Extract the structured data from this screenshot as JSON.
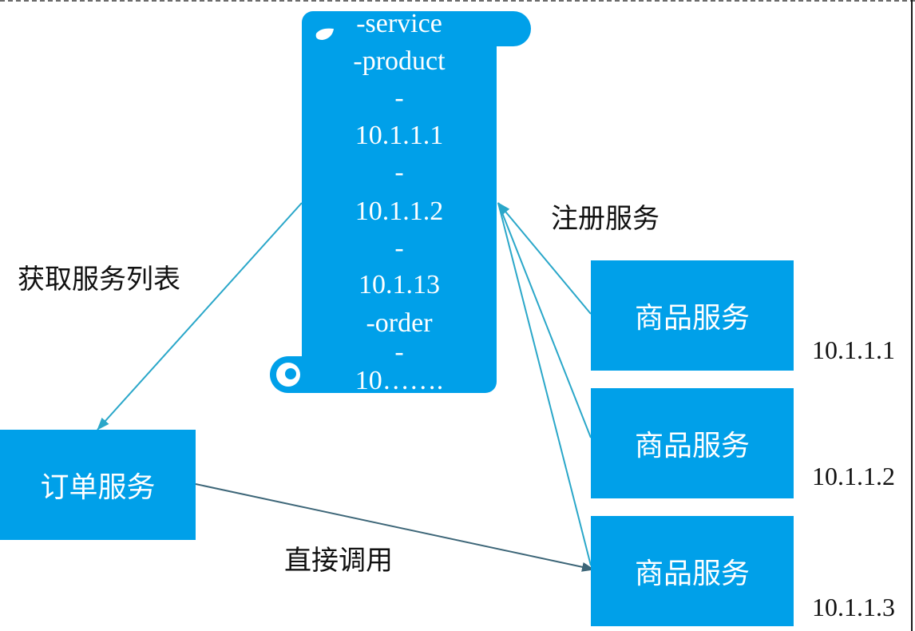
{
  "registry": {
    "lines": [
      "-service",
      "-product",
      "-",
      "10.1.1.1",
      "-",
      "10.1.1.2",
      "-",
      "10.1.13",
      "-order",
      "-",
      "10……."
    ]
  },
  "order_service": {
    "label": "订单服务"
  },
  "product_services": [
    {
      "label": "商品服务",
      "ip": "10.1.1.1"
    },
    {
      "label": "商品服务",
      "ip": "10.1.1.2"
    },
    {
      "label": "商品服务",
      "ip": "10.1.1.3"
    }
  ],
  "edges": {
    "register_label": "注册服务",
    "fetch_label": "获取服务列表",
    "call_label": "直接调用"
  },
  "colors": {
    "box_fill": "#00a0e9",
    "arrow": "#2aa7c9",
    "call_arrow": "#3d6678"
  }
}
